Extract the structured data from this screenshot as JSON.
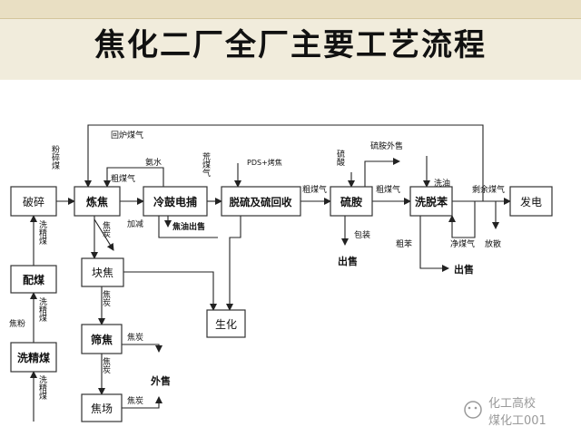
{
  "title": "焦化二厂全厂主要工艺流程",
  "watermark": {
    "line1": "化工高校",
    "line2": "煤化工001"
  },
  "colors": {
    "background": "#f1ecdc",
    "panel": "#ffffff",
    "stroke": "#222222",
    "watermark": "#9a9a9a"
  },
  "boxes": {
    "posui": "破碎",
    "lianjiao": "炼焦",
    "lengguchenbu": "冷鼓电捕",
    "tuoliu": "脱硫及硫回收",
    "liuan": "硫胺",
    "xituoben": "洗脱苯",
    "fadian": "发电",
    "peimei": "配煤",
    "xijingmei": "洗精煤",
    "kuaijiao": "块焦",
    "saijiao": "筛焦",
    "jiaochang": "焦场",
    "shenghua": "生化"
  },
  "labels": {
    "fensuimei": "粉碎煤",
    "huilumeiqi": "回炉煤气",
    "anshui": "氨水",
    "cumeiqi1": "粗煤气",
    "huangmeiqi": "荒煤气",
    "pds": "PDS+烤焦",
    "cumeiqi2": "粗煤气",
    "liusuan": "硫酸",
    "liuanwaishou": "硫胺外售",
    "cumeiqi3": "粗煤气",
    "xiyou": "洗油",
    "shengyumeiqi": "剩余煤气",
    "jiaoyouchushou": "焦油出售",
    "jiajian": "加减",
    "baozhuang": "包装",
    "chushou1": "出售",
    "cuben": "粗苯",
    "jingmeiqi": "净煤气",
    "fangsan": "放散",
    "chushou2": "出售",
    "jiaotan1": "焦炭",
    "xijingmei1": "洗精煤",
    "jiaofen": "焦粉",
    "xijingmei2": "洗精煤",
    "xijingmei3": "洗精煤",
    "jiaotan2": "焦炭",
    "jiaotan3": "焦炭",
    "jiaotan4": "焦炭",
    "waishou": "外售",
    "jiaotan5": "焦炭"
  }
}
